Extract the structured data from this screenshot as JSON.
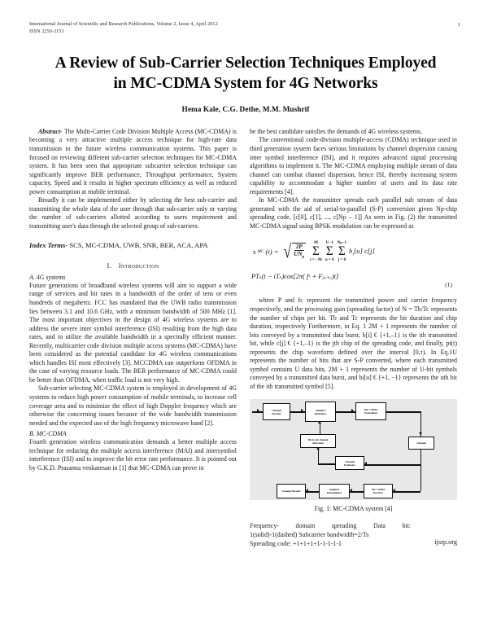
{
  "header": {
    "journal_line": "International Journal of Scientific and Research Publications, Volume 2, Issue 4, April 2012",
    "issn_line": "ISSN 2250-3153",
    "page_number": "1"
  },
  "title": {
    "line1": "A Review of Sub-Carrier Selection Techniques Employed",
    "line2": "in MC-CDMA System for 4G Networks"
  },
  "authors": "Hema Kale, C.G. Dethe, M.M. Mushrif",
  "abstract": {
    "lead": "Abstract-",
    "para1": " The Multi-Carrier Code Division Multiple Access (MC-CDMA) is becoming a very attractive multiple access technique     for high-rate data transmission in the future wireless communication systems. This paper is focused on reviewing different sub-carrier selection techniques for MC-CDMA system. It has been seen that appropriate          subcarrier selection technique can significantly improve BER performance, Throughput performance, System capacity, Speed and it results in higher spectrum efficiency as well as reduced power consumption at mobile terminal.",
    "para2": "Broadly it can be implemented either by selecting the best sub-carrier and transmitting the whole data of the user through that sub-carrier only or varying the number of sub-carriers allotted according to users requirement and transmitting user's data through the selected group of sub-carriers."
  },
  "index_terms": {
    "lead": "Index Terms-",
    "terms": " SCS, MC-CDMA, UWB, SNR, BER, ACA, APA"
  },
  "sections": {
    "intro_numeral": "I.",
    "intro_title": "Introduction",
    "sub_a": "A. 4G systems",
    "sub_b": "B. MC-CDMA"
  },
  "left_column": {
    "para_4g_1": "Future generations of broadband wireless systems will aim to support a wide range of services and bit rates in a bandwidth of the order of tens or even hundreds of megahertz. FCC has mandated that the UWB radio transmission lies between 3.1 and 10.6 GHz, with a minimum  bandwidth of 500 MHz [1]. The most important objectives in the design of 4G wireless systems are to address the severe inter symbol interference (ISI) resulting from the high data rates, and to utilize the available bandwidth in a spectrally efficient manner. Recently, multicarrier code division multiple access systems (MC-CDMA) have been considered as the potential candidate for 4G wireless communications which handles ISI most effectively [3]. MCCDMA can outperform OFDMA in the case of varying resource loads. The BER performance of MC-CDMA could be better than OFDMA, when traffic load is not very high.",
    "para_4g_2": "Sub-carrier selecting MC-CDMA system is employed in development of 4G systems to reduce  high power consumption of mobile terminals, to increase cell coverage area and to minimize the effect of high Doppler frequency which are otherwise the concerning issues because of the wide bandwidth transmission needed and the expected use of the high frequency microwave band [2].",
    "para_mccdma": "Fourth generation wireless communication demands a better multiple access technique for reducing the multiple access interference (MAI) and intersymbol interference (ISI) and to improve the bit error rate performance. It is pointed out by G.K.D. Prasanna venkatesan in [1] that MC-CDMA can prove to"
  },
  "right_column": {
    "para_cont": "be the best candidate satisfies the demands of 4G wireless systems.",
    "para_conventional": "The conventional code-division multiple-access (CDMA) technique used in third generation system faces serious limitations by channel dispersion causing inter symbol interference (ISI), and it requires advanced signal processing algorithms to implement it. The MC-CDMA employing multiple stream of data channel can combat channel dispersion, hence ISI, thereby increasing system capability to accommodate a higher number of users and its data rate requirements [4].",
    "para_transmitter": "In MC-CDMA the transmitter spreads each parallel sub stream of data generated with the aid of  serial-to-parallel (S-P) conversion given Np-chip spreading code, [c[0], c[1], ..., c[Np – 1]] As seen in Fig. (2) the transmitted MC-CDMA signal using BPSK  modulation can be expressed as",
    "para_where": "where P and fc represent the transmitted power and carrier frequency respectively, and the processing gain (spreading factor) of N = Tb/Tc  represents the number of chips per bit. Tb and Tc represents the bit duration and chip duration, respectively Furthermore, in Eq. 1 2M + 1 represents the number of bits conveyed by a transmitted data burst, b[i] € {+1,–1} is the ith transmitted bit, while c[j] € {+1,–1} is the jth chip of the spreading code, and finally, pt(t) represents the chip waveform defined over the interval [0,τ). In Eq.1U represents the number of bits that are S-P converted, where each transmitted symbol contains U data bits, 2M + 1 represents the number of U-bit symbols conveyed by a transmitted data          burst, and bi[u] € {+1, −1} represents the uth bit of the ith transmitted symbol [5]."
  },
  "equation": {
    "lhs": "s",
    "lhs_sub": "MC",
    "lhs_arg": "(t) =",
    "frac_num": "2P",
    "frac_den": "UN",
    "frac_den_sub": "p",
    "sum1_top": "M",
    "sum1_bot": "i = −M",
    "sum2_top": "U−1",
    "sum2_bot": "u = 0",
    "sum3_top": "N",
    "sum3_top_sub": "p",
    "sum3_top_extra": "−1",
    "sum3_bot": "j = 0",
    "tail": "b",
    "tail_sub": "i",
    "tail_rest": "[u] c[j]",
    "line2": "PT",
    "line2_sub": "s",
    "line2_rest": "(t − iT",
    "line2_rest2": ")cos[2π( f",
    "line2_rest3": " + F",
    "line2_rest4": ")t]",
    "line2_full": "PTₛ(t − iTₛ)cos[2π( fᶜ + Fⱼᵤ₊ᵤ)t]",
    "number": "(1)"
  },
  "figure": {
    "caption": "Fig. 1: MC-CDMA system [4]",
    "blocks": [
      {
        "id": "channel-encoder",
        "label": "Channel\nEncoder"
      },
      {
        "id": "adaptive-modulator",
        "label": "Adaptive\nModulator"
      },
      {
        "id": "mccdma-transmitter",
        "label": "MC-CDMA\nTransmitter"
      },
      {
        "id": "channel",
        "label": "Channel"
      },
      {
        "id": "bit-subchannel-allocation",
        "label": "Bit & sub channel\nAllocation"
      },
      {
        "id": "channel-estimator",
        "label": "Channel\nEstimator"
      },
      {
        "id": "mccdma-receiver",
        "label": "MC-CDMA\nReceiver"
      },
      {
        "id": "adaptive-demodulator",
        "label": "Adaptive\nDemodulator"
      },
      {
        "id": "channel-decoder",
        "label": "Channel Decoder"
      }
    ]
  },
  "figure_note": {
    "line1": "Frequency- domain spreading Data bit:",
    "line2": "1(solid)-1(dashed) Subcarrier bandwidth=2/Ts",
    "line3": "Spreading code: +1+1+1+1-1-1-1-1",
    "watermark": "ijsrp.org"
  }
}
